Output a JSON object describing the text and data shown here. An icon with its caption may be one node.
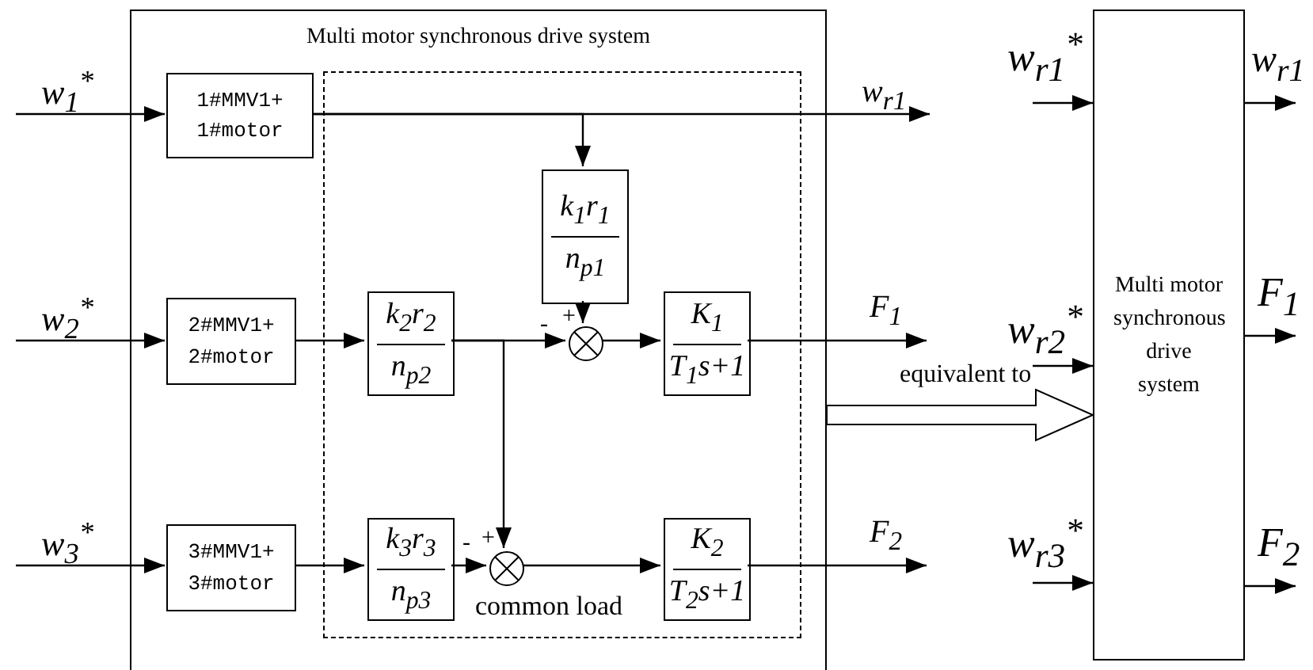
{
  "diagram": {
    "nodes": [
      {
        "text": [
          "Multi motor synchronous drive system"
        ]
      },
      {
        "text": [],
        "shape": "box",
        "in": 0
      },
      {
        "text": [
          "1#MMV1+ 1#motor"
        ],
        "in": 0
      },
      {
        "text": [
          "2#MMV1+ 2#motor"
        ],
        "in": 0
      },
      {
        "text": [
          "3#MMV1+ 3#motor"
        ],
        "in": 0
      },
      {
        "text": [
          "k$_{1}$r$_{1}$",
          "n$_{p1}$"
        ],
        "in": 1
      },
      {
        "text": [
          "k$_{2}$r$_{2}$",
          "n$_{p2}$"
        ],
        "in": 1
      },
      {
        "text": [
          "k$_{3}$r$_{3}$",
          "n$_{p3}$"
        ],
        "in": 1
      },
      {
        "text": [],
        "shape": "circle",
        "in": 1,
        "beside": [
          "+",
          "-"
        ]
      },
      {
        "text": [],
        "shape": "circle",
        "in": 1,
        "beside": [
          "+",
          "-",
          "common load"
        ]
      },
      {
        "text": [
          "K$_{1}$",
          "T$_{1}$s+1"
        ],
        "in": 1
      },
      {
        "text": [
          "K$_{2}$",
          "T$_{2}$s+1"
        ],
        "in": 1
      },
      {
        "text": [
          "Multi motor synchronous drive system"
        ]
      }
    ],
    "edges": [
      {
        "from": null,
        "to": 2,
        "arrow": "to",
        "label": "w$_{1}$$^{*}$"
      },
      {
        "from": null,
        "to": 3,
        "arrow": "to",
        "label": "w$_{2}$$^{*}$"
      },
      {
        "from": null,
        "to": 4,
        "arrow": "to",
        "label": "w$_{3}$$^{*}$"
      },
      {
        "from": 2,
        "to": null,
        "arrow": "to",
        "label": "w$_{r1}$"
      },
      {
        "from": 2,
        "to": 5,
        "arrow": "to"
      },
      {
        "from": 3,
        "to": 6,
        "arrow": "to"
      },
      {
        "from": 4,
        "to": 7,
        "arrow": "to"
      },
      {
        "from": 5,
        "to": 8,
        "arrow": "to"
      },
      {
        "from": 6,
        "to": 8,
        "arrow": "to"
      },
      {
        "from": 6,
        "to": 9,
        "arrow": "to"
      },
      {
        "from": 7,
        "to": 9,
        "arrow": "to"
      },
      {
        "from": 8,
        "to": 10,
        "arrow": "to"
      },
      {
        "from": 9,
        "to": 11,
        "arrow": "to"
      },
      {
        "from": 10,
        "to": null,
        "arrow": "to",
        "label": "F$_{1}$"
      },
      {
        "from": 11,
        "to": null,
        "arrow": "to",
        "label": "F$_{2}$"
      },
      {
        "from": 0,
        "to": 12,
        "arrow": "to",
        "label": "equivalent to",
        "style": "thick"
      },
      {
        "from": null,
        "to": 12,
        "arrow": "to",
        "label": "w$_{r1}$$^{*}$"
      },
      {
        "from": null,
        "to": 12,
        "arrow": "to",
        "label": "w$_{r2}$$^{*}$"
      },
      {
        "from": null,
        "to": 12,
        "arrow": "to",
        "label": "w$_{r3}$$^{*}$"
      },
      {
        "from": 12,
        "to": null,
        "arrow": "to",
        "label": "w$_{r1}$"
      },
      {
        "from": 12,
        "to": null,
        "arrow": "to",
        "label": "F$_{1}$"
      },
      {
        "from": 12,
        "to": null,
        "arrow": "to",
        "label": "F$_{2}$"
      }
    ]
  }
}
